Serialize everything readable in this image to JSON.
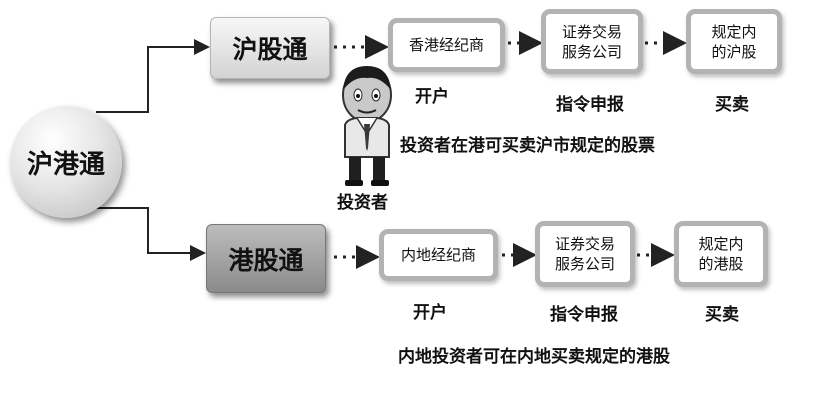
{
  "hub": {
    "label": "沪港通"
  },
  "branches": {
    "shanghai": {
      "label": "沪股通",
      "nodes": [
        {
          "label": "香港经纪商",
          "caption": "开户"
        },
        {
          "label": "证券交易\n服务公司",
          "caption": "指令申报"
        },
        {
          "label": "规定内\n的沪股",
          "caption": "买卖"
        }
      ],
      "description": "投资者在港可买卖沪市规定的股票"
    },
    "hongkong": {
      "label": "港股通",
      "nodes": [
        {
          "label": "内地经纪商",
          "caption": "开户"
        },
        {
          "label": "证券交易\n服务公司",
          "caption": "指令申报"
        },
        {
          "label": "规定内\n的港股",
          "caption": "买卖"
        }
      ],
      "description": "内地投资者可在内地买卖规定的港股"
    }
  },
  "investor": {
    "icon": "investor-figure-icon",
    "label": "投资者"
  },
  "colors": {
    "node_border": "#b3b3b3",
    "dark_branch": "#8a8a8a",
    "light_branch": "#d3d3d3"
  }
}
